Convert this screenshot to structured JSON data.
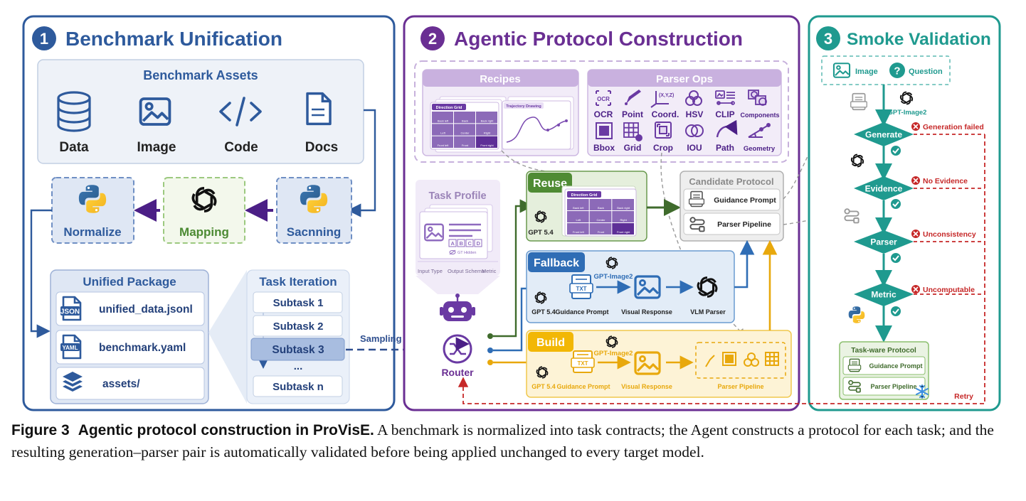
{
  "panels": {
    "p1": {
      "number": "1",
      "title": "Benchmark Unification",
      "color": "#2e5a9c"
    },
    "p2": {
      "number": "2",
      "title": "Agentic Protocol Construction",
      "color": "#6a2f93"
    },
    "p3": {
      "number": "3",
      "title": "Smoke Validation",
      "color": "#1f9a8f"
    }
  },
  "unification": {
    "assets_title": "Benchmark Assets",
    "assets": [
      "Data",
      "Image",
      "Code",
      "Docs"
    ],
    "normalize": "Normalize",
    "mapping": "Mapping",
    "scanning": "Sacnning",
    "package_title": "Unified Package",
    "json_tag": "JSON",
    "yaml_tag": "YAML",
    "package_items": [
      "unified_data.jsonl",
      "benchmark.yaml",
      "assets/"
    ],
    "iteration_title": "Task Iteration",
    "subtasks": [
      "Subtask 1",
      "Subtask 2",
      "Subtask 3",
      "...",
      "Subtask n"
    ],
    "sampling": "Sampling"
  },
  "construction": {
    "recipes_title": "Recipes",
    "recipe_direction_grid": "Direction Grid",
    "recipe_trajectory": "Trajectory Drawing",
    "grid_cells": [
      "Back left",
      "Back",
      "Back right",
      "Left",
      "Center",
      "Right",
      "Front left",
      "Front",
      "Front right"
    ],
    "parser_ops_title": "Parser Ops",
    "parser_ops": [
      "OCR",
      "Point",
      "Coord.",
      "HSV",
      "CLIP",
      "Components",
      "Bbox",
      "Grid",
      "Crop",
      "IOU",
      "Path",
      "Geometry"
    ],
    "ocr_glyph": "OCR",
    "coord_glyph": "(X,Y,Z)",
    "task_profile_title": "Task Profile",
    "task_profile_fields": [
      "Input Type",
      "Output Schema",
      "Metric"
    ],
    "choice_letters": [
      "A",
      "B",
      "C",
      "D"
    ],
    "gt_hidden": "GT Hidden",
    "router": "Router",
    "reuse": "Reuse",
    "gpt54": "GPT 5.4",
    "fallback": "Fallback",
    "gpt_image2": "GPT-Image2",
    "txt_tag": "TXT",
    "guidance_prompt": "Guidance Prompt",
    "visual_response": "Visual Response",
    "vlm_parser": "VLM Parser",
    "build": "Build",
    "parser_pipeline": "Parser Pipeline",
    "candidate_title": "Candidate Protocol",
    "candidate_items": [
      "Guidance Prompt",
      "Parser Pipeline"
    ]
  },
  "validation": {
    "image": "Image",
    "question": "Question",
    "gpt_image2": "GPT-Image2",
    "steps": [
      "Generate",
      "Evidence",
      "Parser",
      "Metric"
    ],
    "failures": [
      "Generation failed",
      "No Evidence",
      "Unconsistency",
      "Uncomputable"
    ],
    "protocol_title": "Task-ware Protocol",
    "protocol_items": [
      "Guidance Prompt",
      "Parser Pipeline"
    ],
    "retry": "Retry"
  },
  "caption": {
    "prefix": "Figure 3",
    "title": "Agentic protocol construction in ProVisE.",
    "text": "A benchmark is normalized into task contracts; the Agent constructs a protocol for each task; and the resulting generation–parser pair is automatically validated before being applied unchanged to every target model."
  }
}
